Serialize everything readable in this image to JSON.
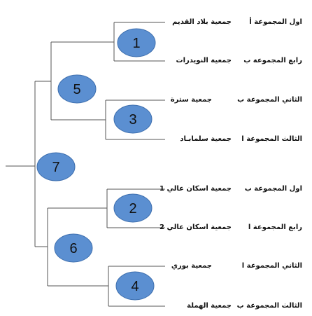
{
  "colors": {
    "line": "#555555",
    "circle_fill": "#5b8fd1",
    "circle_stroke": "#3e6fae",
    "text": "#111111"
  },
  "teams": [
    {
      "name": "جمعية بلاد القديم",
      "seed": "اول المجموعة أ"
    },
    {
      "name": "جمعية النويدرات",
      "seed": "رابع المجموعة ب"
    },
    {
      "name": "جمعية سترة",
      "seed": "الثاني المجموعة ب"
    },
    {
      "name": "جمعية سلمابـاد",
      "seed": "الثالث المجموعة ا"
    },
    {
      "name": "جمعية اسكان عالي 1",
      "seed": "اول المجموعة ب"
    },
    {
      "name": "جمعية اسكان عالي 2",
      "seed": "رابع المجموعة ا"
    },
    {
      "name": "جمعية بوري",
      "seed": "الثاني المجموعة ا"
    },
    {
      "name": "جمعية الهملة",
      "seed": "الثالث المجموعة ب"
    }
  ],
  "matches": [
    {
      "number": "1"
    },
    {
      "number": "2"
    },
    {
      "number": "3"
    },
    {
      "number": "4"
    },
    {
      "number": "5"
    },
    {
      "number": "6"
    },
    {
      "number": "7"
    }
  ]
}
